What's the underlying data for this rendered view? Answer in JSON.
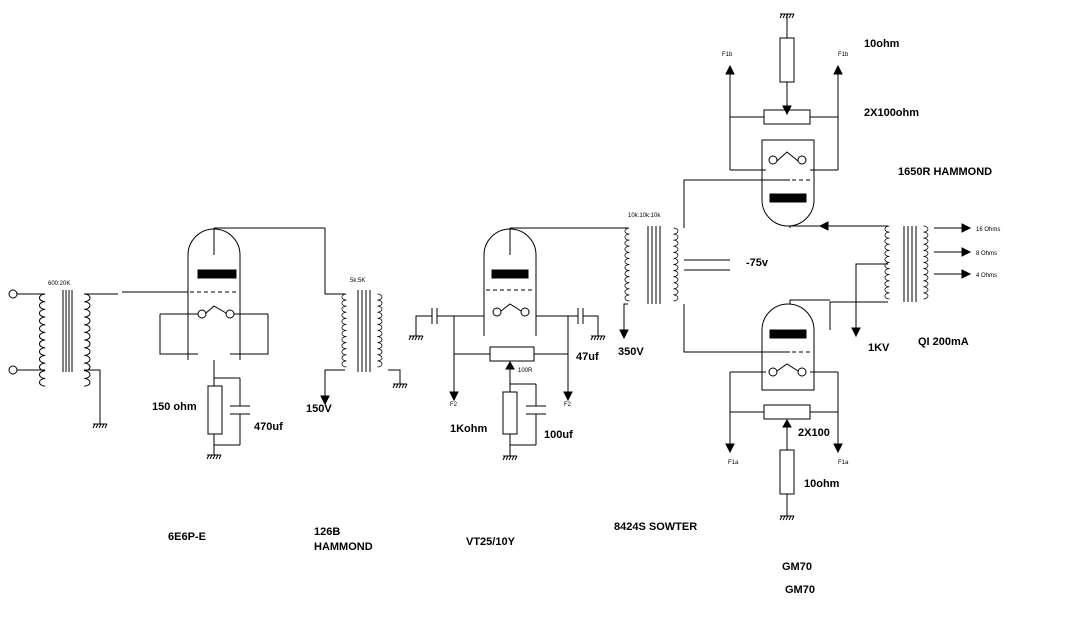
{
  "labels": {
    "input_xfmr_ratio": "600:20K",
    "r_150": "150 ohm",
    "c_470": "470uf",
    "tube1": "6E6P-E",
    "ic_ratio": "5k:5K",
    "b150": "150V",
    "ic_line1": "126B",
    "ic_line2": "HAMMOND",
    "f2_left": "F2",
    "f2_right": "F2",
    "r_100r": "100R",
    "r_1k": "1Kohm",
    "c_100": "100uf",
    "c_47": "47uf",
    "tube2": "VT25/10Y",
    "pi_ratio": "10k:10k:10k",
    "b350": "350V",
    "bias": "-75v",
    "pi_name": "8424S SOWTER",
    "f1b_left": "F1b",
    "f1b_right": "F1b",
    "r10_top": "10ohm",
    "pot_top": "2X100ohm",
    "ot_name": "1650R HAMMOND",
    "tap16": "16 Ohms",
    "tap8": "8 Ohms",
    "tap4": "4 Ohms",
    "b1kv": "1KV",
    "choke": "QI 200mA",
    "pot_bot": "2X100",
    "f1a_left": "F1a",
    "f1a_right": "F1a",
    "r10_bot": "10ohm",
    "gm70_a": "GM70",
    "gm70_b": "GM70"
  }
}
